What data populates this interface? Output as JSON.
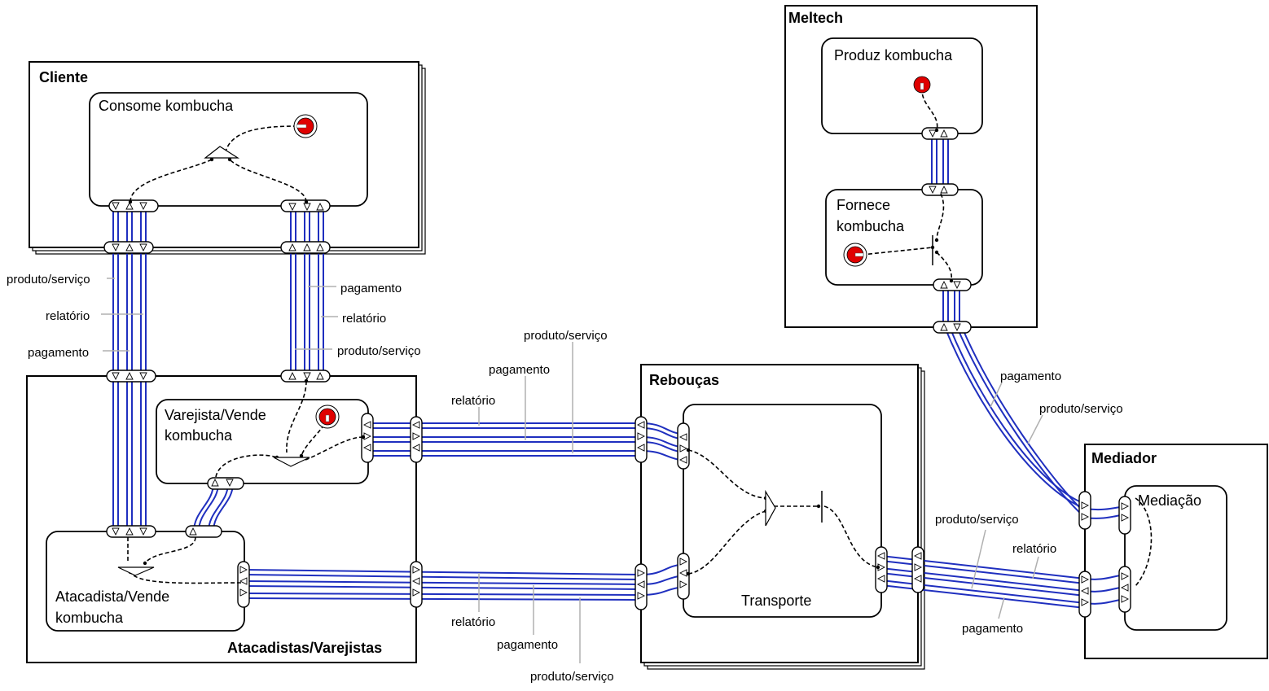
{
  "org_units": {
    "cliente": "Cliente",
    "atacadistas_varejistas": "Atacadistas/Varejistas",
    "reboucas": "Rebouças",
    "meltech": "Meltech",
    "mediador": "Mediador"
  },
  "processes": {
    "consome": "Consome kombucha",
    "varejista_l1": "Varejista/Vende",
    "varejista_l2": "kombucha",
    "atacadista_l1": "Atacadista/Vende",
    "atacadista_l2": "kombucha",
    "transporte": "Transporte",
    "produz": "Produz kombucha",
    "fornece_l1": "Fornece",
    "fornece_l2": "kombucha",
    "mediacao": "Mediação"
  },
  "flow_labels": {
    "produto": "produto/serviço",
    "relatorio": "relatório",
    "pagamento": "pagamento"
  },
  "colors": {
    "flow": "#1f2fbf",
    "start": "#e00000",
    "leader": "#b0b0b0"
  }
}
